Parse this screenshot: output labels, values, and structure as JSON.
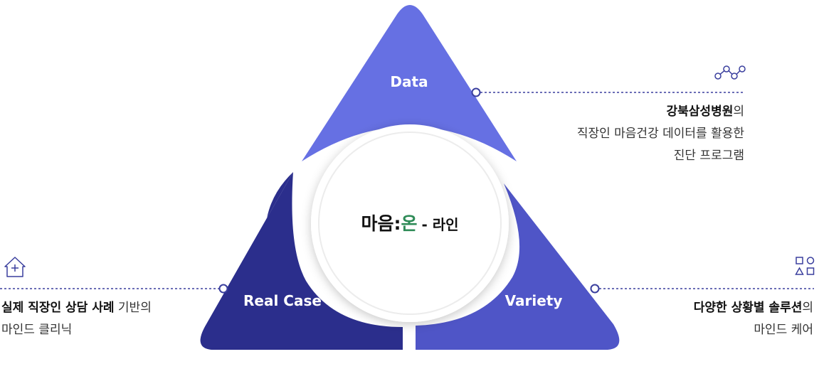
{
  "center": {
    "brand_part1": "마음:",
    "brand_highlight": "온",
    "brand_part2": "- 라인"
  },
  "segments": {
    "data": {
      "label": "Data",
      "color": "#6670e3",
      "icon": "nodes-graph-icon",
      "desc_bold": "강북삼성병원",
      "desc_suffix": "의",
      "desc_line2": "직장인 마음건강 데이터를 활용한",
      "desc_line3": "진단 프로그램"
    },
    "variety": {
      "label": "Variety",
      "color": "#4f55c7",
      "icon": "shapes-icon",
      "desc_bold": "다양한 상황별 솔루션",
      "desc_suffix": "의",
      "desc_line2": "마인드 케어"
    },
    "realcase": {
      "label": "Real Case",
      "color": "#2b2e8c",
      "icon": "house-plus-icon",
      "desc_bold": "실제 직장인 상담 사례",
      "desc_suffix": " 기반의",
      "desc_line2": "마인드 클리닉"
    }
  },
  "colors": {
    "connector": "#3a3f9e",
    "center_highlight": "#2e8b57"
  }
}
